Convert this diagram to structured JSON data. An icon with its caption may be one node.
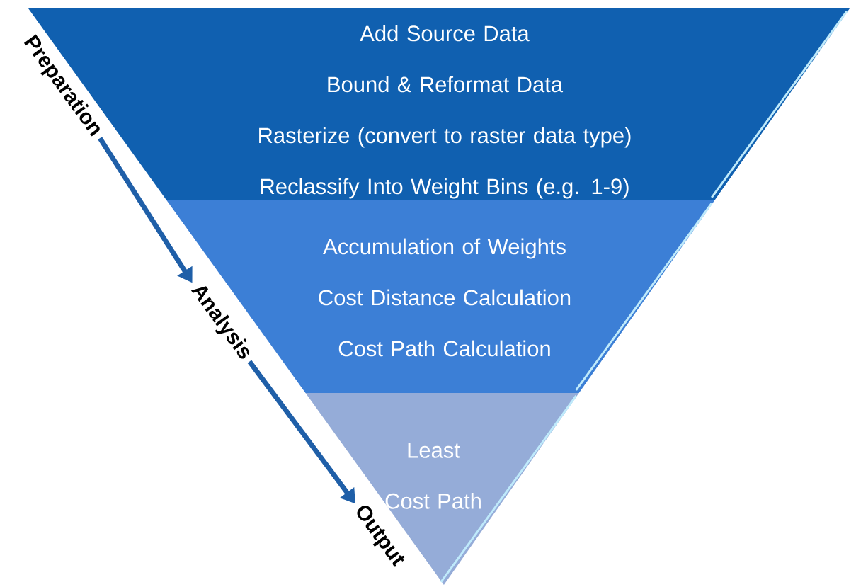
{
  "diagram": {
    "nodes": [
      {
        "text": [
          "Add Source Data",
          "Bound & Reformat Data",
          "Rasterize (convert to raster data type)",
          "Reclassify Into Weight Bins (e.g. 1-9)"
        ]
      },
      {
        "text": [
          "Accumulation of Weights",
          "Cost Distance Calculation",
          "Cost Path Calculation"
        ]
      },
      {
        "text": [
          "Least Cost Path"
        ]
      },
      {
        "text": [
          "Preparation"
        ]
      },
      {
        "text": [
          "Analysis"
        ]
      },
      {
        "text": [
          "Output"
        ]
      }
    ],
    "edges": [
      {
        "from": 3,
        "to": 4,
        "arrow": "to"
      },
      {
        "from": 4,
        "to": 5,
        "arrow": "to"
      }
    ]
  }
}
